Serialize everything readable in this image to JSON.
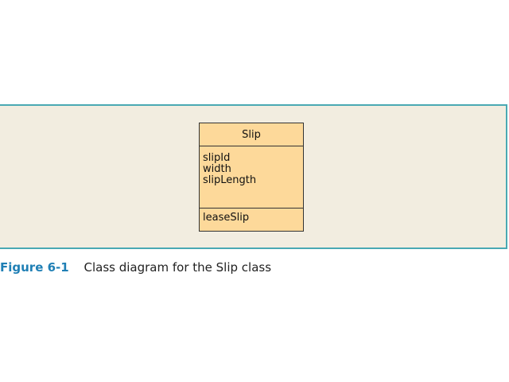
{
  "diagram": {
    "class_name": "Slip",
    "attributes": [
      "slipId",
      "width",
      "slipLength"
    ],
    "methods": [
      "leaseSlip"
    ]
  },
  "caption": {
    "label": "Figure 6-1",
    "text": "Class diagram for the Slip class"
  },
  "colors": {
    "panel_background": "#f2ede0",
    "panel_border": "#4aa9b3",
    "class_fill": "#fdd99a",
    "caption_label": "#1f7fb5"
  }
}
